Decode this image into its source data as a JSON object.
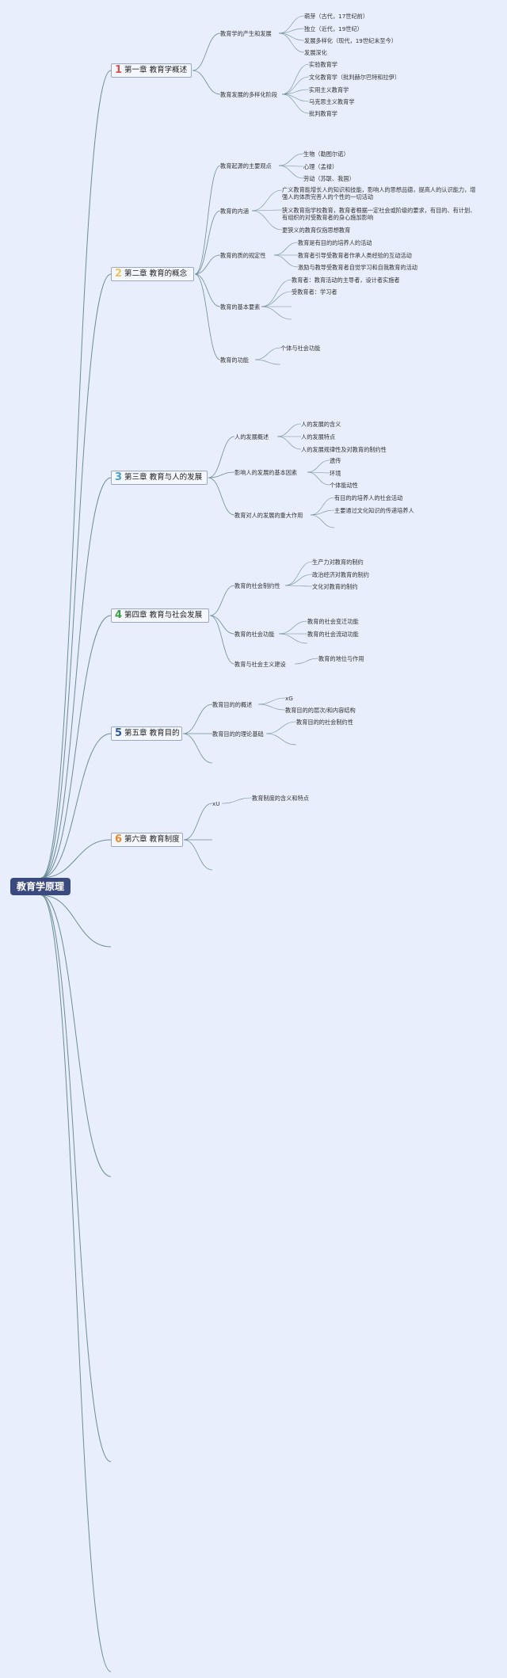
{
  "root": "教育学原理",
  "chapters": [
    {
      "num": "1",
      "color": "#d9534f",
      "title": "第一章 教育学概述"
    },
    {
      "num": "2",
      "color": "#e8c65a",
      "title": "第二章 教育的概念"
    },
    {
      "num": "3",
      "color": "#4aa0c8",
      "title": "第三章 教育与人的发展"
    },
    {
      "num": "4",
      "color": "#3f9b49",
      "title": "第四章 教育与社会发展"
    },
    {
      "num": "5",
      "color": "#2f5b9c",
      "title": "第五章 教育目的"
    },
    {
      "num": "6",
      "color": "#e58a2e",
      "title": "第六章 教育制度"
    }
  ],
  "nodes": {
    "c1_a": "教育学的产生和发展",
    "c1_a1": "萌芽（古代，17世纪前）",
    "c1_a2": "独立（近代，19世纪）",
    "c1_a3": "发展多样化（现代，19世纪末至今）",
    "c1_a4": "发展深化",
    "c1_b": "教育发展的多样化阶段",
    "c1_b1": "实验教育学",
    "c1_b2": "文化教育学（批判赫尔巴特和拉伊）",
    "c1_b3": "实用主义教育学",
    "c1_b4": "马克思主义教育学",
    "c1_b5": "批判教育学",
    "c2_a": "教育起源的主要观点",
    "c2_a1": "生物（勒图尔诺）",
    "c2_a2": "心理（孟禄）",
    "c2_a3": "劳动（苏联、我国）",
    "c2_b": "教育的内涵",
    "c2_b1": "广义教育能增长人的知识和技能，影响人的思想品德，提高人的认识能力，增强人的体质完善人的个性的一切活动",
    "c2_b2": "狭义教育指学校教育，教育者根据一定社会或阶级的要求，有目的、有计划、有组织的对受教育者的身心施加影响",
    "c2_b3": "更狭义的教育仅指思想教育",
    "c2_c": "教育的质的规定性",
    "c2_c1": "教育是有目的的培养人的活动",
    "c2_c2": "教育者引导受教育者作承人类经验的互动活动",
    "c2_c3": "激励与教导受教育者自觉学习和自我教育的活动",
    "c2_d": "教育的基本要素",
    "c2_d1": "教育者：教育活动的主导者，设计者实施者",
    "c2_d2": "受教育者：学习者",
    "c2_e": "教育的功能",
    "c2_e1": "个体与社会功能",
    "c3_a": "人的发展概述",
    "c3_a1": "人的发展的含义",
    "c3_a2": "人的发展特点",
    "c3_a3": "人的发展规律性及对教育的制约性",
    "c3_b": "影响人的发展的基本因素",
    "c3_b1": "遗传",
    "c3_b2": "环境",
    "c3_b3": "个体能动性",
    "c3_c": "教育对人的发展的重大作用",
    "c3_c1": "有目的的培养人的社会活动",
    "c3_c2": "主要通过文化知识的传递培养人",
    "c4_a": "教育的社会制约性",
    "c4_a1": "生产力对教育的制约",
    "c4_a2": "政治经济对教育的制约",
    "c4_a3": "文化对教育的制约",
    "c4_b": "教育的社会功能",
    "c4_b1": "教育的社会变迁功能",
    "c4_b2": "教育的社会流动功能",
    "c4_c": "教育与社会主义建设",
    "c4_c1": "教育的地位与作用",
    "c5_a": "教育目的的概述",
    "c5_a1": "xG",
    "c5_a2": "教育目的的层次/和内容结构",
    "c5_b": "教育目的的理论基础",
    "c5_b1": "教育目的的社会制约性",
    "c6_a": "xU",
    "c6_a1": "教育制度的含义和特点"
  }
}
